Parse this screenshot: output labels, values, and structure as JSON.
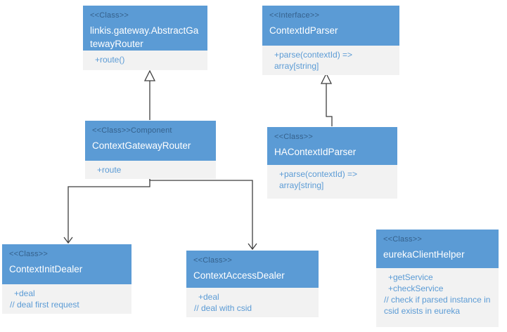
{
  "diagram": {
    "type": "uml-class-diagram",
    "colors": {
      "header_bg": "#5B9BD5",
      "body_bg": "#F2F2F2",
      "name_text": "#FFFFFF",
      "stereotype_text": "#35618C",
      "member_text": "#5B9BD5",
      "connector": "#3F3F3F",
      "canvas_bg": "#FFFFFF"
    },
    "classes": [
      {
        "id": "abstract-gateway-router",
        "stereotype": "<<Class>>",
        "name": "linkis.gateway.AbstractGatewayRouter",
        "members": [
          "+route()"
        ]
      },
      {
        "id": "context-id-parser",
        "stereotype": "<<Interface>>",
        "name": "ContextIdParser",
        "members": [
          "+parse(contextId) => array[string]"
        ]
      },
      {
        "id": "context-gateway-router",
        "stereotype": "<<Class>>Component",
        "name": "ContextGatewayRouter",
        "members": [
          "+route"
        ]
      },
      {
        "id": "ha-context-id-parser",
        "stereotype": "<<Class>>",
        "name": "HAContextIdParser",
        "members": [
          "+parse(contextId) => array[string]"
        ]
      },
      {
        "id": "context-init-dealer",
        "stereotype": "<<Class>>",
        "name": "ContextInitDealer",
        "members": [
          "+deal",
          "// deal first request"
        ]
      },
      {
        "id": "context-access-dealer",
        "stereotype": "<<Class>>",
        "name": "ContextAccessDealer",
        "members": [
          "+deal",
          "// deal with csid"
        ]
      },
      {
        "id": "eureka-client-helper",
        "stereotype": "<<Class>>",
        "name": "eurekaClientHelper",
        "members": [
          "+getService",
          "+checkService",
          "// check if parsed instance in csid exists in eureka"
        ]
      }
    ],
    "relations": [
      {
        "from": "ContextGatewayRouter",
        "to": "linkis.gateway.AbstractGatewayRouter",
        "type": "inheritance"
      },
      {
        "from": "HAContextIdParser",
        "to": "ContextIdParser",
        "type": "inheritance"
      },
      {
        "from": "ContextGatewayRouter",
        "to": "ContextInitDealer",
        "type": "directed-association"
      },
      {
        "from": "ContextGatewayRouter",
        "to": "ContextAccessDealer",
        "type": "directed-association"
      }
    ]
  }
}
